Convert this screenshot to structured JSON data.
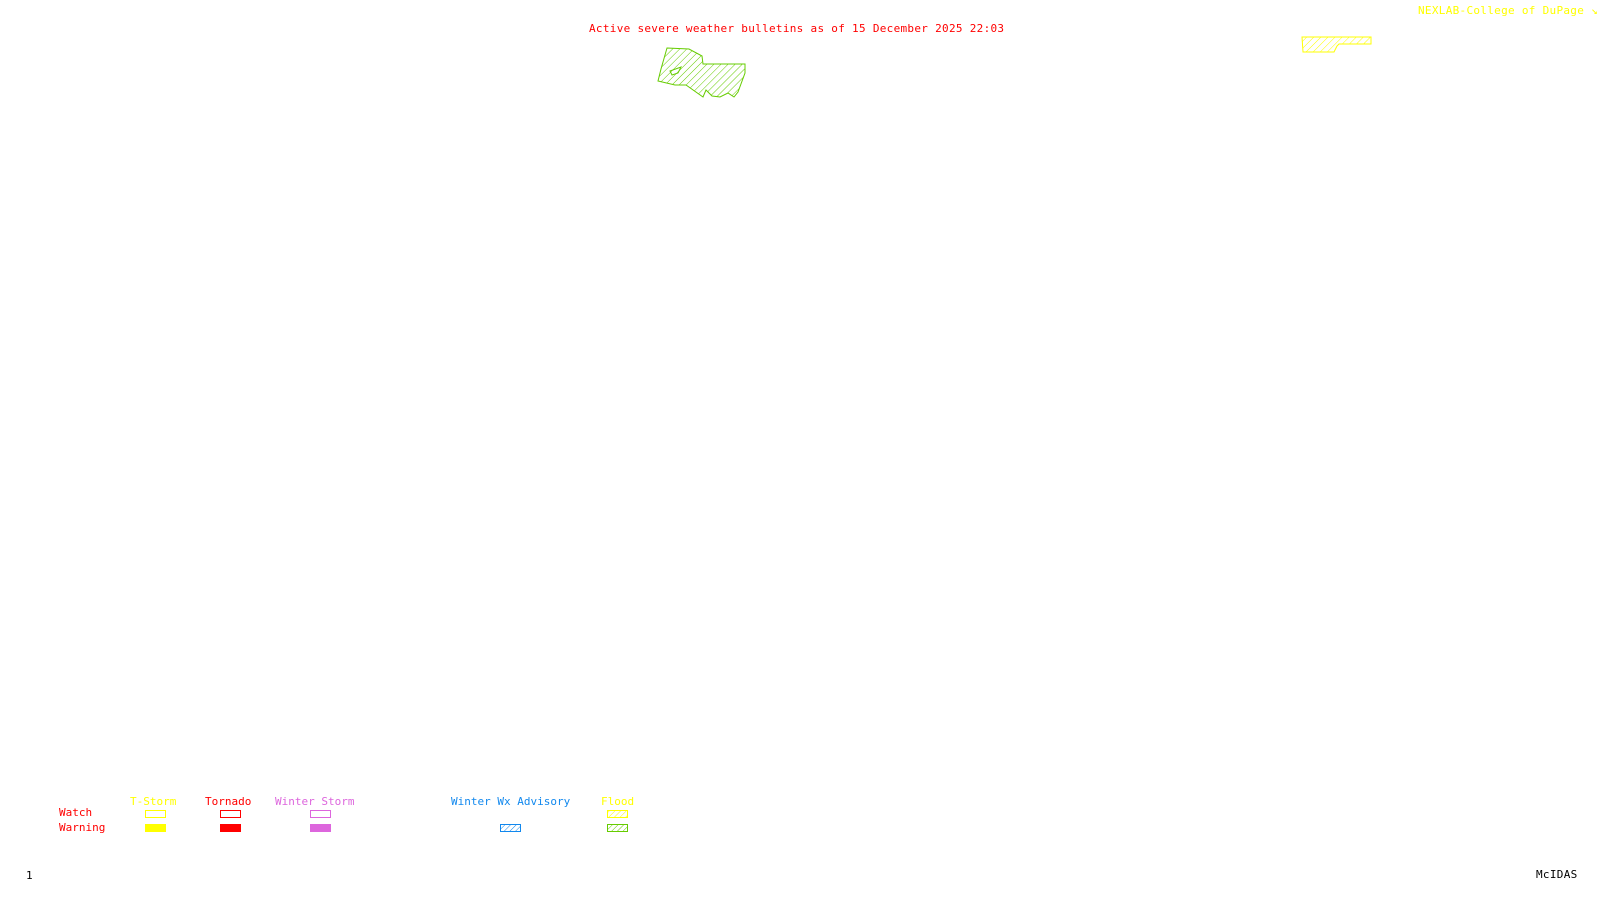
{
  "header": {
    "title": "Active severe weather bulletins as of 15 December 2025 22:03",
    "credit": "NEXLAB-College of DuPage",
    "credit_icon": "arrow-icon"
  },
  "map": {
    "polygons": [
      {
        "type": "Flood Warning",
        "color": "#66cc00",
        "fill": "hatched"
      },
      {
        "type": "Flood Watch",
        "color": "#ffff00",
        "fill": "hatched"
      }
    ]
  },
  "legend": {
    "row_labels": {
      "watch": "Watch",
      "warning": "Warning"
    },
    "categories": [
      {
        "label": "T-Storm",
        "color": "#ffff00",
        "watch_style": "outline",
        "warning_style": "solid"
      },
      {
        "label": "Tornado",
        "color": "#ff0000",
        "watch_style": "outline",
        "warning_style": "solid"
      },
      {
        "label": "Winter Storm",
        "color": "#dd66dd",
        "watch_style": "outline",
        "warning_style": "solid"
      },
      {
        "label": "Winter Wx Advisory",
        "color": "#1188ee",
        "watch_style": "none",
        "warning_style": "hatched"
      },
      {
        "label": "Flood",
        "color": "#ffff00",
        "watch_style": "hatched",
        "warning_style": "hatched",
        "warning_color": "#66cc00"
      }
    ],
    "row_label_color": "#ff0000"
  },
  "footer": {
    "frame_number": "1",
    "software": "McIDAS"
  },
  "colors": {
    "title": "#ff0000",
    "credit": "#ffff00",
    "footer_text": "#000000"
  }
}
